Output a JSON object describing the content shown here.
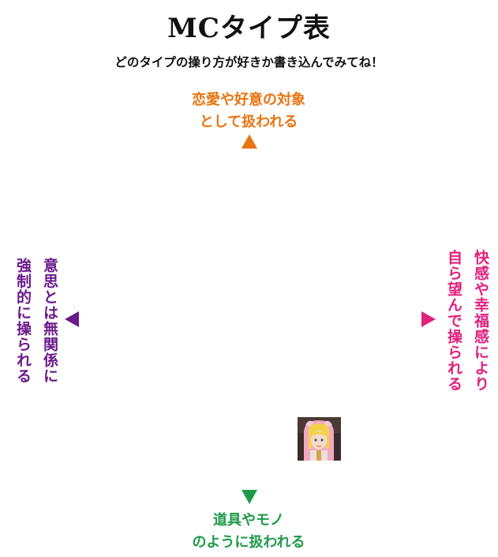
{
  "title": "MCタイプ表",
  "subtitle": "どのタイプの操り方が好きか書き込んでみてね！",
  "axes": {
    "top": {
      "line1": "恋愛や好意の対象",
      "line2": "として扱われる",
      "color": "#e8740f"
    },
    "bottom": {
      "line1": "道具やモノ",
      "line2": "のように扱われる",
      "color": "#1e9a4a"
    },
    "left": {
      "line1": "意思とは無関係に",
      "line2": "強制的に操られる",
      "color": "#6a1b8a"
    },
    "right": {
      "line1": "快感や幸福感により",
      "line2": "自ら望んで操られる",
      "color": "#e0217d"
    }
  }
}
